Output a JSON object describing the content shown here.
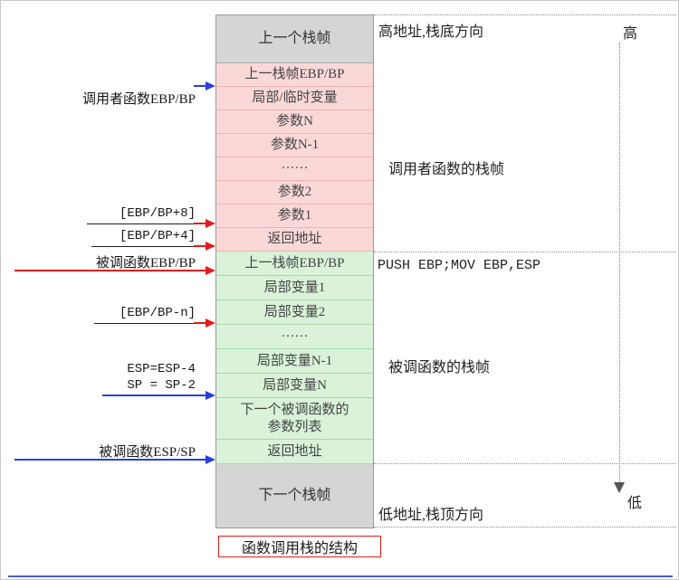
{
  "caption": "函数调用栈的结构",
  "stack": {
    "top_cell": "上一个栈帧",
    "caller_rows": [
      "上一栈帧EBP/BP",
      "局部/临时变量",
      "参数N",
      "参数N-1",
      "······",
      "参数2",
      "参数1",
      "返回地址"
    ],
    "callee_rows": [
      "上一栈帧EBP/BP",
      "局部变量1",
      "局部变量2",
      "······",
      "局部变量N-1",
      "局部变量N",
      "下一个被调函数的\n参数列表",
      "返回地址"
    ],
    "bottom_cell": "下一个栈帧"
  },
  "left_annotations": {
    "caller_ebp": "调用者函数EBP/BP",
    "ebp_plus_8": "[EBP/BP+8]",
    "ebp_plus_4": "[EBP/BP+4]",
    "callee_ebp": "被调函数EBP/BP",
    "ebp_minus_n": "[EBP/BP-n]",
    "esp_line1": "ESP=ESP-4",
    "esp_line2": "SP = SP-2",
    "callee_esp": "被调函数ESP/SP"
  },
  "right_annotations": {
    "high_address": "高地址,栈底方向",
    "caller_frame": "调用者函数的栈帧",
    "prologue": "PUSH EBP;MOV EBP,ESP",
    "callee_frame": "被调函数的栈帧",
    "low_address": "低地址,栈顶方向",
    "high": "高",
    "low": "低"
  },
  "colors": {
    "caller_frame_fill": "#fbd8d8",
    "callee_frame_fill": "#d9f2d9",
    "outer_frame_fill": "#d5d5d5",
    "arrow_red": "#e31b1b",
    "arrow_blue": "#2a3fe0",
    "caption_border": "#e31b1b",
    "bottom_rule": "#4a5cd0"
  }
}
